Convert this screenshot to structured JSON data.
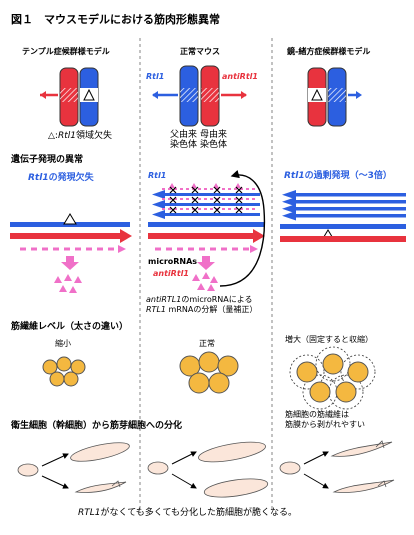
{
  "title": "図１　マウスモデルにおける筋肉形態異常",
  "columns": {
    "left": {
      "title": "テンプル症候群様モデル",
      "note_prefix": "△:",
      "note_gene": "Rtl1",
      "note_suffix": "領域欠失"
    },
    "center": {
      "title": "正常マウス",
      "gene_blue": "Rtl1",
      "gene_red": "antiRtl1",
      "paternal": [
        "父由来",
        "染色体"
      ],
      "maternal": [
        "母由来",
        "染色体"
      ]
    },
    "right": {
      "title": "鏡-緒方症候群様モデル"
    }
  },
  "expression": {
    "heading": "遺伝子発現の異常",
    "left_label_gene": "Rtl1",
    "left_label_rest": "の発現欠失",
    "center_label_gene": "Rtl1",
    "right_label_gene": "Rtl1",
    "right_label_rest": "の過剰発現（～3倍）",
    "micro_label": "microRNAs",
    "micro_gene": "antiRtl1",
    "note_line1_gene": "antiRTL1",
    "note_line1_rest": "のmicroRNAによる",
    "note_line2_gene": "RTL1",
    "note_line2_rest": " mRNAの分解（量補正）"
  },
  "fiber": {
    "heading": "筋繊維レベル（太さの違い）",
    "left_label": "縮小",
    "center_label": "正常",
    "right_label": "増大（固定すると収縮）",
    "right_note": [
      "筋細胞の筋繊維は",
      "筋膜から剥がれやすい"
    ]
  },
  "differentiation": {
    "heading": "衛生細胞（幹細胞）から筋芽細胞への分化"
  },
  "footer": {
    "gene": "RTL1",
    "rest": "がなくても多くても分化した筋細胞が脆くなる。"
  },
  "colors": {
    "blue": "#2c5fe0",
    "red": "#e8333e",
    "pink": "#f070c8",
    "fiber": "#f4b840"
  }
}
